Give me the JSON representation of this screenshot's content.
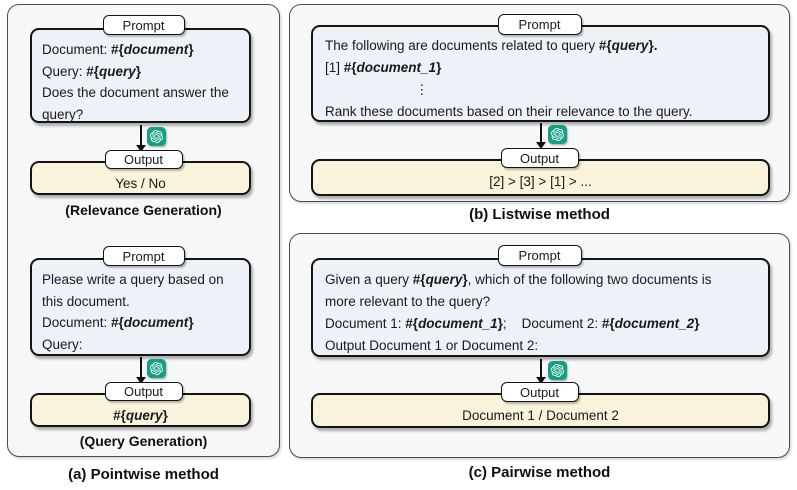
{
  "colors": {
    "panel_bg": "#f7f7f7",
    "panel_border": "#4d4d4d",
    "prompt_bg": "#ecf2f8",
    "output_bg": "#faf3db",
    "box_border": "#141414",
    "openai_green": "#16a083",
    "text": "#1a1a1a"
  },
  "icons": {
    "llm": "openai-logo",
    "flow": "arrow-down"
  },
  "panels": {
    "a": {
      "caption": "(a) Pointwise method",
      "relevance": {
        "prompt_tab": "Prompt",
        "output_tab": "Output",
        "sublabel": "(Relevance Generation)",
        "prompt": [
          {
            "t": "Document: "
          },
          {
            "t": "#{",
            "b": true
          },
          {
            "t": "document",
            "b": true,
            "i": true
          },
          {
            "t": "}",
            "b": true
          },
          {
            "t": "\nQuery: "
          },
          {
            "t": "#{",
            "b": true
          },
          {
            "t": "query",
            "b": true,
            "i": true
          },
          {
            "t": "}",
            "b": true
          },
          {
            "t": "\nDoes the document answer the\nquery?"
          }
        ],
        "output": [
          {
            "t": "Yes / No"
          }
        ]
      },
      "querygen": {
        "prompt_tab": "Prompt",
        "output_tab": "Output",
        "sublabel": "(Query Generation)",
        "prompt": [
          {
            "t": "Please write a query based on\nthis document.\nDocument: "
          },
          {
            "t": "#{",
            "b": true
          },
          {
            "t": "document",
            "b": true,
            "i": true
          },
          {
            "t": "}",
            "b": true
          },
          {
            "t": "\nQuery:"
          }
        ],
        "output": [
          {
            "t": "#{",
            "b": true
          },
          {
            "t": "query",
            "b": true,
            "i": true
          },
          {
            "t": "}",
            "b": true
          }
        ]
      }
    },
    "b": {
      "caption": "(b) Listwise method",
      "prompt_tab": "Prompt",
      "output_tab": "Output",
      "prompt": [
        {
          "t": "The following are documents related to query "
        },
        {
          "t": "#{",
          "b": true
        },
        {
          "t": "query",
          "b": true,
          "i": true
        },
        {
          "t": "}.",
          "b": true
        },
        {
          "t": "\n[1] "
        },
        {
          "t": "#{",
          "b": true
        },
        {
          "t": "document_1",
          "b": true,
          "i": true
        },
        {
          "t": "}",
          "b": true
        },
        {
          "t": "\n                        ⋮\nRank these documents based on their relevance to the query."
        }
      ],
      "output": [
        {
          "t": "[2] > [3] > [1] > ..."
        }
      ]
    },
    "c": {
      "caption": "(c) Pairwise method",
      "prompt_tab": "Prompt",
      "output_tab": "Output",
      "prompt": [
        {
          "t": "Given a query "
        },
        {
          "t": "#{",
          "b": true
        },
        {
          "t": "query",
          "b": true,
          "i": true
        },
        {
          "t": "}",
          "b": true
        },
        {
          "t": ", which of the following two documents is\nmore relevant to the query?\nDocument 1: "
        },
        {
          "t": "#{",
          "b": true
        },
        {
          "t": "document_1",
          "b": true,
          "i": true
        },
        {
          "t": "}",
          "b": true
        },
        {
          "t": ";    Document 2: "
        },
        {
          "t": "#{",
          "b": true
        },
        {
          "t": "document_2",
          "b": true,
          "i": true
        },
        {
          "t": "}",
          "b": true
        },
        {
          "t": "\nOutput Document 1 or Document 2:"
        }
      ],
      "output": [
        {
          "t": "Document 1 / Document 2"
        }
      ]
    }
  }
}
